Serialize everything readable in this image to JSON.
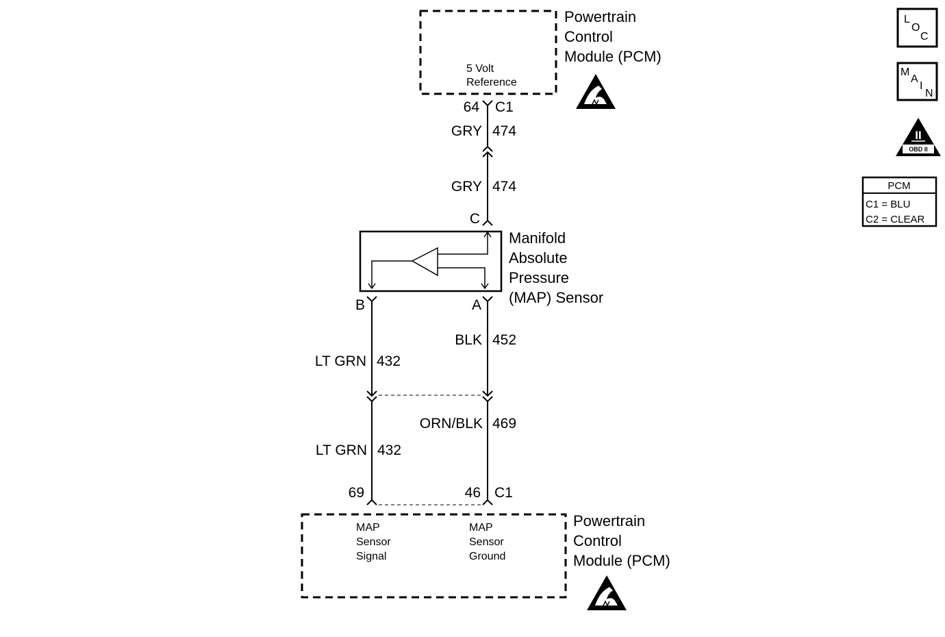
{
  "pcm_top": {
    "title_lines": [
      "Powertrain",
      "Control",
      "Module (PCM)"
    ],
    "circuit_label_lines": [
      "5 Volt",
      "Reference"
    ],
    "pin": "64",
    "connector": "C1"
  },
  "wire_474_upper": {
    "color": "GRY",
    "circuit": "474"
  },
  "wire_474_lower": {
    "color": "GRY",
    "circuit": "474"
  },
  "map_sensor": {
    "title_lines": [
      "Manifold",
      "Absolute",
      "Pressure",
      "(MAP) Sensor"
    ],
    "terminal_c": "C",
    "terminal_b": "B",
    "terminal_a": "A"
  },
  "wire_432_upper": {
    "color": "LT GRN",
    "circuit": "432"
  },
  "wire_452": {
    "color": "BLK",
    "circuit": "452"
  },
  "wire_469": {
    "color": "ORN/BLK",
    "circuit": "469"
  },
  "wire_432_lower": {
    "color": "LT GRN",
    "circuit": "432"
  },
  "pcm_bottom": {
    "title_lines": [
      "Powertrain",
      "Control",
      "Module (PCM)"
    ],
    "signal_label_lines": [
      "MAP",
      "Sensor",
      "Signal"
    ],
    "ground_label_lines": [
      "MAP",
      "Sensor",
      "Ground"
    ],
    "pin_signal": "69",
    "pin_ground": "46",
    "connector": "C1"
  },
  "legend": {
    "loc_icon": {
      "letters": [
        "L",
        "O",
        "C"
      ]
    },
    "main_icon": {
      "letters": [
        "M",
        "A",
        "I",
        "N"
      ]
    },
    "obd_icon": {
      "roman": "II",
      "text": "OBD II"
    },
    "pcm_table": {
      "title": "PCM",
      "rows": [
        "C1 = BLU",
        "C2 = CLEAR"
      ]
    }
  },
  "icons": [
    "esd-warning-icon",
    "esd-warning-icon",
    "loc-icon",
    "main-icon",
    "obd-ii-icon"
  ]
}
